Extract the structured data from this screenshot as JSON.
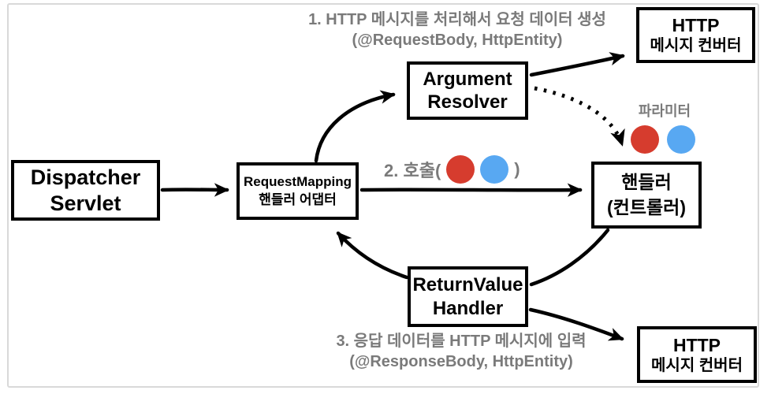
{
  "boxes": {
    "dispatcher_servlet": {
      "line1": "Dispatcher",
      "line2": "Servlet"
    },
    "request_mapping_adapter": {
      "line1": "RequestMapping",
      "line2": "핸들러 어댑터"
    },
    "argument_resolver": {
      "line1": "Argument",
      "line2": "Resolver"
    },
    "handler": {
      "line1": "핸들러",
      "line2": "(컨트롤러)"
    },
    "return_value_handler": {
      "line1": "ReturnValue",
      "line2": "Handler"
    },
    "http_message_converter_top": {
      "line1": "HTTP",
      "line2": "메시지 컨버터"
    },
    "http_message_converter_bottom": {
      "line1": "HTTP",
      "line2": "메시지 컨버터"
    }
  },
  "annotations": {
    "step1_line1": "1. HTTP 메시지를 처리해서 요청 데이터 생성",
    "step1_line2": "(@RequestBody, HttpEntity)",
    "step2_call_prefix": "2. 호출(",
    "step2_call_suffix": ")",
    "step3_line1": "3. 응답 데이터를 HTTP 메시지에 입력",
    "step3_line2": "(@ResponseBody, HttpEntity)",
    "parameter_label": "파라미터"
  },
  "colors": {
    "red_parameter_dot": "#d63c2e",
    "blue_parameter_dot": "#58a8f2",
    "annotation_gray": "#7a7a7a",
    "box_border": "#000000",
    "frame_border": "#d9d9d9",
    "background": "#ffffff"
  }
}
